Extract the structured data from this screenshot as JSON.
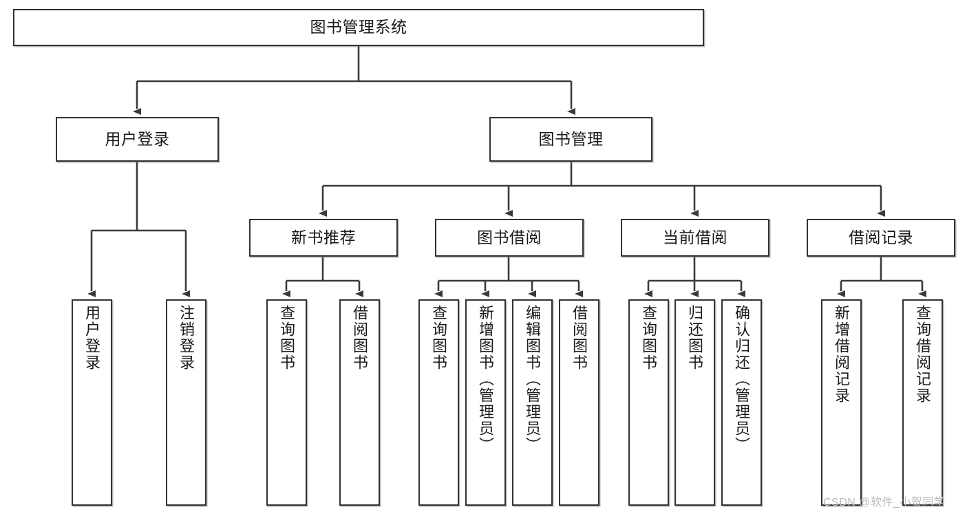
{
  "diagram": {
    "title": "图书管理系统",
    "type": "tree-hierarchy-chart",
    "watermark": "CSDN @软件_小贺同学",
    "colors": {
      "box_border": "#333333",
      "box_fill": "#ffffff",
      "connector": "#3a3a3a",
      "text": "#1a1a1a",
      "watermark": "#b9b9b9",
      "background": "#ffffff"
    },
    "root": {
      "label": "图书管理系统"
    },
    "level2": [
      {
        "label": "用户登录"
      },
      {
        "label": "图书管理"
      }
    ],
    "level3": [
      {
        "label": "新书推荐"
      },
      {
        "label": "图书借阅"
      },
      {
        "label": "当前借阅"
      },
      {
        "label": "借阅记录"
      }
    ],
    "leaves": {
      "user_login": [
        {
          "label": "用户登录"
        },
        {
          "label": "注销登录"
        }
      ],
      "new_book_recommend": [
        {
          "label": "查询图书"
        },
        {
          "label": "借阅图书"
        }
      ],
      "book_borrow": [
        {
          "label": "查询图书"
        },
        {
          "label": "新增图书（管理员）"
        },
        {
          "label": "编辑图书（管理员）"
        },
        {
          "label": "借阅图书"
        }
      ],
      "current_borrow": [
        {
          "label": "查询图书"
        },
        {
          "label": "归还图书"
        },
        {
          "label": "确认归还（管理员）"
        }
      ],
      "borrow_record": [
        {
          "label": "新增借阅记录"
        },
        {
          "label": "查询借阅记录"
        }
      ]
    }
  }
}
